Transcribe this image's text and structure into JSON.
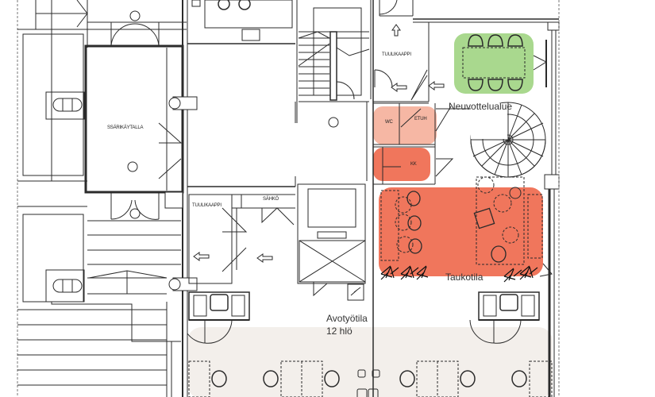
{
  "plan": {
    "background": "#ffffff",
    "line_color": "#2b2b2b",
    "zones": {
      "meeting_area": {
        "label": "Neuvottelualue",
        "fill": "#a9d88e"
      },
      "wc": {
        "label": "WC",
        "fill": "#f6b7a4"
      },
      "etuh": {
        "label": "ETUH",
        "fill": "#f6b7a4"
      },
      "kk": {
        "label": "KK",
        "fill": "#f0765c"
      },
      "break_room": {
        "label": "Taukotila",
        "fill": "#f0765c"
      },
      "open_workspace": {
        "label": "Avotyötila",
        "capacity": "12 hlö",
        "fill": "#f3efeb"
      }
    },
    "room_labels": {
      "conference_hall": "SSÄRIKÄYTALLA",
      "vestibule_top": "TUULIKAAPPI",
      "vestibule_mid": "TUULIKAAPPI",
      "electrical": "SÄHKÖ"
    },
    "icons": [
      "exit-arrow-icon",
      "door-swing-icon",
      "spiral-stair-icon",
      "elevator-icon",
      "sink-icon",
      "toilet-icon",
      "plant-icon",
      "chair-icon",
      "table-icon",
      "fire-extinguisher-icon"
    ]
  }
}
